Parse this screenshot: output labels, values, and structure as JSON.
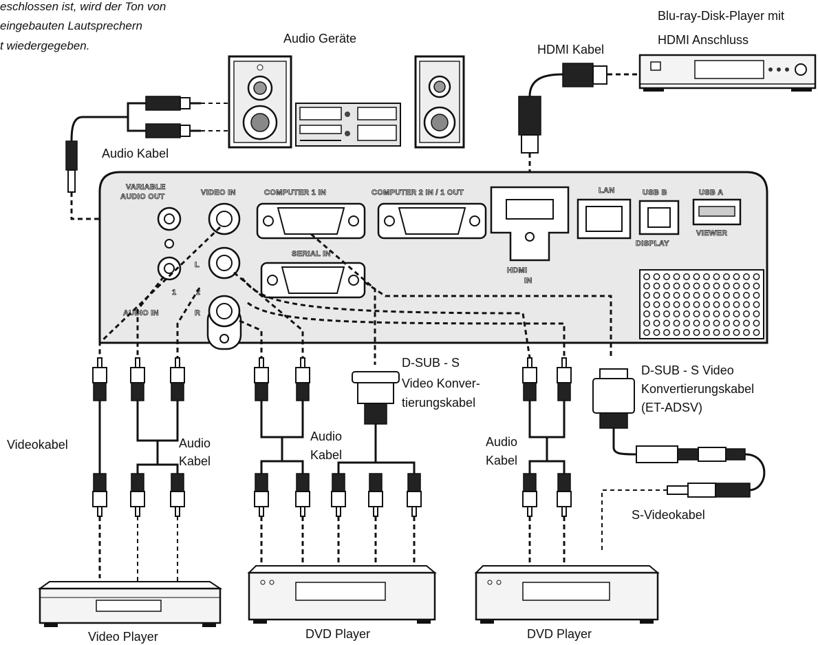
{
  "note": {
    "line1": "eschlossen ist, wird der Ton von",
    "line2": "eingebauten Lautsprechern",
    "line3": "t wiedergegeben."
  },
  "labels": {
    "audio_devices": "Audio Geräte",
    "hdmi_cable": "HDMI Kabel",
    "bluray_line1": "Blu-ray-Disk-Player mit",
    "bluray_line2": "HDMI Anschluss",
    "audio_cable_top": "Audio Kabel",
    "videokabel": "Videokabel",
    "audio_cable_1_line1": "Audio",
    "audio_cable_1_line2": "Kabel",
    "audio_cable_2_line1": "Audio",
    "audio_cable_2_line2": "Kabel",
    "audio_cable_3_line1": "Audio",
    "audio_cable_3_line2": "Kabel",
    "dsub_mid_line1": "D-SUB - S",
    "dsub_mid_line2": "Video Konver-",
    "dsub_mid_line3": "tierungskabel",
    "dsub_right_line1": "D-SUB - S Video",
    "dsub_right_line2": "Konvertierungskabel",
    "dsub_right_line3": "(ET-ADSV)",
    "svideo_cable": "S-Videokabel",
    "video_player": "Video Player",
    "dvd_player_1": "DVD Player",
    "dvd_player_2": "DVD Player"
  },
  "panel": {
    "variable_audio_out_1": "VARIABLE",
    "variable_audio_out_2": "AUDIO OUT",
    "video_in": "VIDEO IN",
    "computer1_in": "COMPUTER 1 IN",
    "computer2_in": "COMPUTER 2 IN / 1 OUT",
    "lan": "LAN",
    "usb_b": "USB B",
    "usb_a": "USB A",
    "viewer": "VIEWER",
    "display": "DISPLAY",
    "serial_in": "SERIAL IN",
    "audio_in": "AUDIO IN",
    "l": "L",
    "r": "R",
    "one": "1",
    "two": "2",
    "hdmi_in_1": "HDMI",
    "hdmi_in_2": "IN"
  }
}
